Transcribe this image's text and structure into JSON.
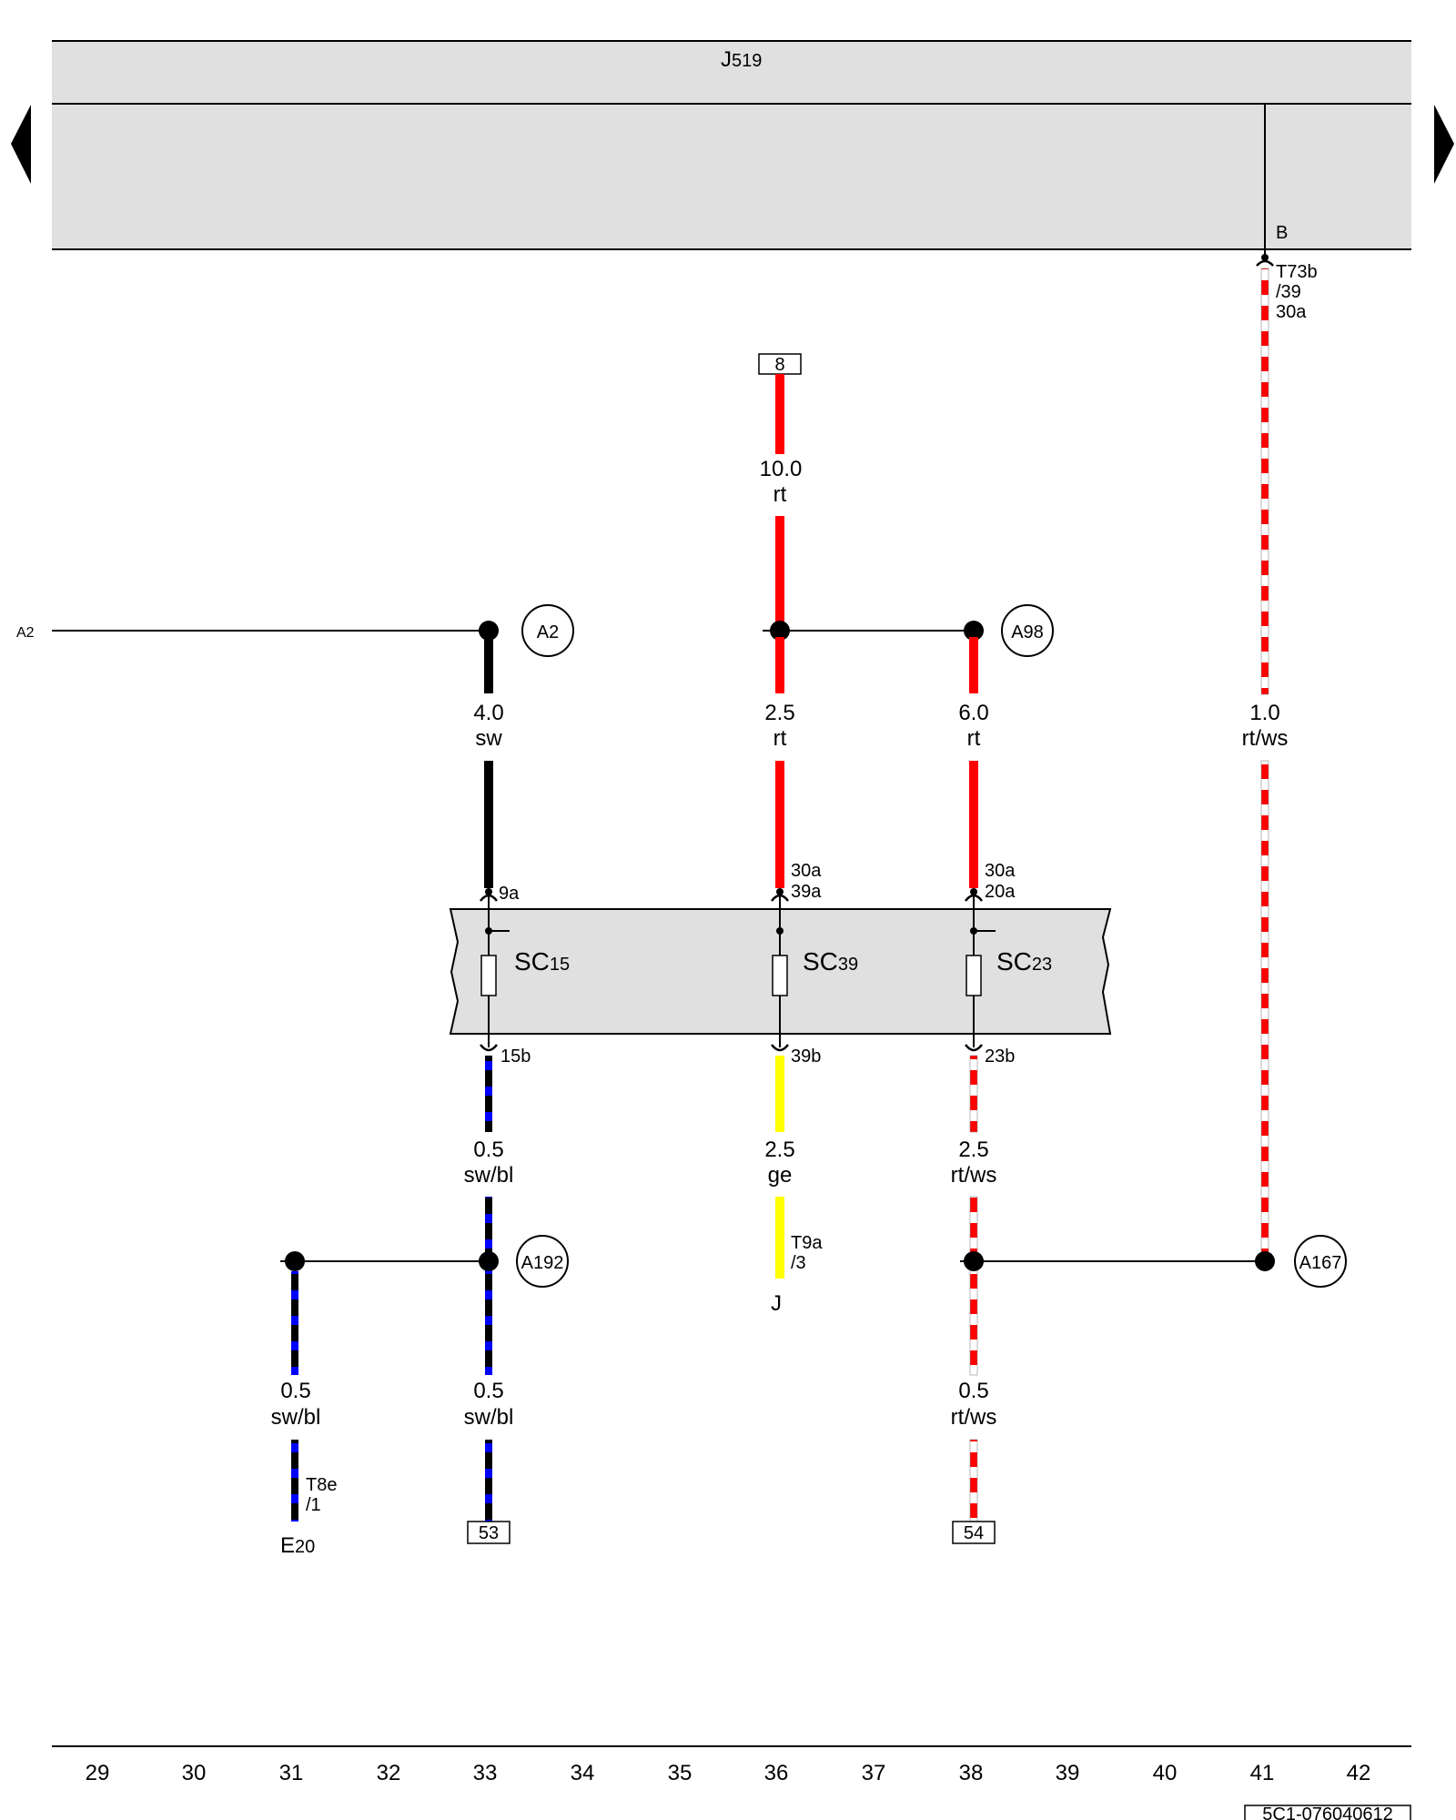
{
  "module": {
    "name": "J",
    "sub": "519",
    "connector_pin": "B"
  },
  "nav": {
    "prev": "previous-page",
    "next": "next-page"
  },
  "connectors": {
    "t73b": {
      "line1": "T73b",
      "line2": "/39",
      "line3": "30a"
    },
    "t9a": {
      "line1": "T9a",
      "line2": "/3"
    },
    "t8e": {
      "line1": "T8e",
      "line2": "/1"
    }
  },
  "components": {
    "j_bottom": "J",
    "e20": {
      "name": "E",
      "sub": "20"
    },
    "a2_left_ref": "A2"
  },
  "boxes": {
    "top": "8",
    "left_bottom": "53",
    "right_bottom": "54"
  },
  "nodes": {
    "a2": "A2",
    "a98": "A98",
    "a192": "A192",
    "a167": "A167"
  },
  "fuse_block": {
    "fuses": [
      {
        "name": "SC",
        "sub": "15",
        "in_pin": "9a",
        "out_pin": "15b"
      },
      {
        "name": "SC",
        "sub": "39",
        "in_pin1": "30a",
        "in_pin2": "39a",
        "out_pin": "39b"
      },
      {
        "name": "SC",
        "sub": "23",
        "in_pin1": "30a",
        "in_pin2": "20a",
        "out_pin": "23b"
      }
    ]
  },
  "wires": {
    "w_top_red": {
      "size": "10.0",
      "color": "rt"
    },
    "w_sw": {
      "size": "4.0",
      "color": "sw"
    },
    "w_rt_mid": {
      "size": "2.5",
      "color": "rt"
    },
    "w_rt_right": {
      "size": "6.0",
      "color": "rt"
    },
    "w_rtws_long": {
      "size": "1.0",
      "color": "rt/ws"
    },
    "w_swbl_1": {
      "size": "0.5",
      "color": "sw/bl"
    },
    "w_ge": {
      "size": "2.5",
      "color": "ge"
    },
    "w_rtws_2": {
      "size": "2.5",
      "color": "rt/ws"
    },
    "w_swbl_left": {
      "size": "0.5",
      "color": "sw/bl"
    },
    "w_swbl_mid": {
      "size": "0.5",
      "color": "sw/bl"
    },
    "w_rtws_3": {
      "size": "0.5",
      "color": "rt/ws"
    }
  },
  "grid_numbers": [
    "29",
    "30",
    "31",
    "32",
    "33",
    "34",
    "35",
    "36",
    "37",
    "38",
    "39",
    "40",
    "41",
    "42"
  ],
  "doc_code": "5C1-076040612",
  "colors": {
    "red": "#ff0000",
    "black": "#000000",
    "blue": "#0000ff",
    "yellow": "#ffff00",
    "white": "#ffffff",
    "module_fill": "#e0e0e0"
  }
}
